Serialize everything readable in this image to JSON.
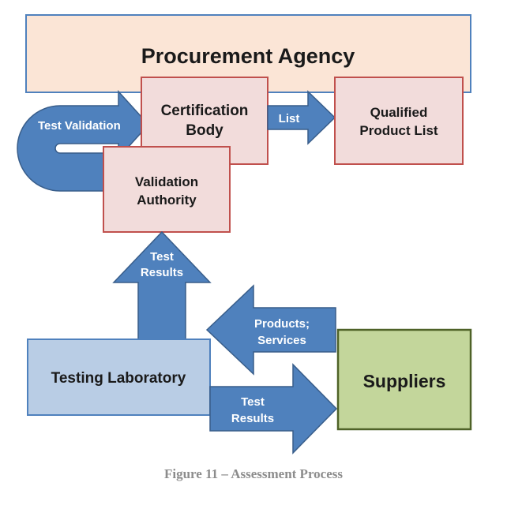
{
  "colors": {
    "arrow_fill": "#4f81bd",
    "arrow_stroke": "#385d8a",
    "agency_fill": "#fbe5d6",
    "agency_stroke": "#4f81bd",
    "pink_box_fill": "#f2dcdb",
    "pink_box_stroke": "#c0504d",
    "lab_fill": "#b9cde5",
    "lab_stroke": "#4f81bd",
    "suppliers_fill": "#c3d69b",
    "suppliers_stroke": "#4f6228",
    "caption": "#8c8c8c"
  },
  "nodes": {
    "procurement_agency": "Procurement Agency",
    "certification_body": [
      "Certification",
      "Body"
    ],
    "qualified_product_list": [
      "Qualified",
      "Product List"
    ],
    "validation_authority": [
      "Validation",
      "Authority"
    ],
    "testing_laboratory": "Testing Laboratory",
    "suppliers": "Suppliers"
  },
  "arrows": {
    "test_validation": "Test Validation",
    "list": "List",
    "test_results_up": [
      "Test",
      "Results"
    ],
    "products_services": [
      "Products;",
      "Services"
    ],
    "test_results_right": [
      "Test",
      "Results"
    ]
  },
  "caption": "Figure 11 – Assessment Process"
}
